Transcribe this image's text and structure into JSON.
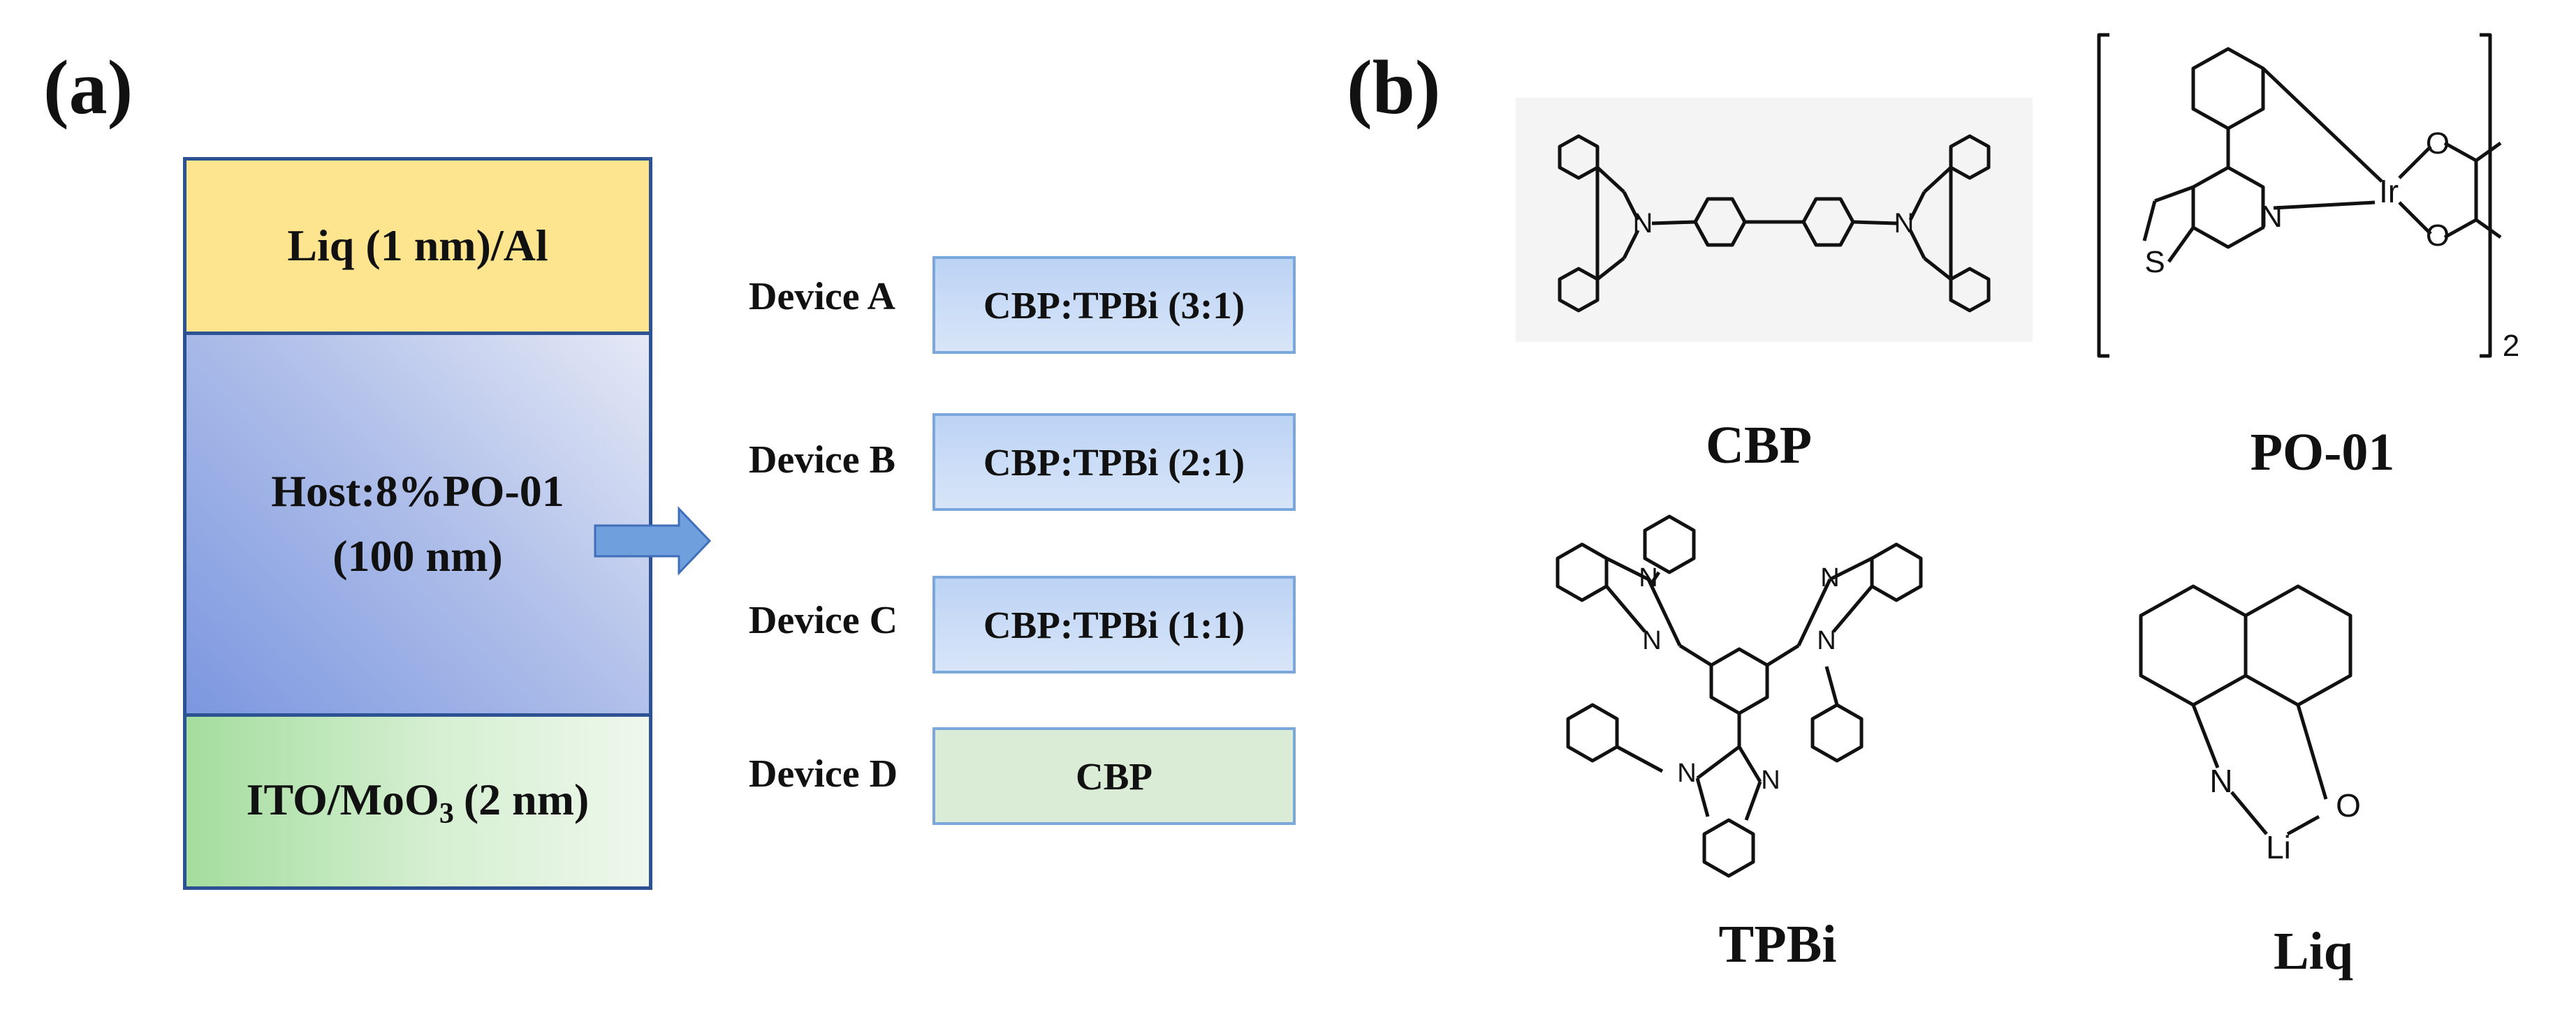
{
  "panel_a": {
    "label": "(a)",
    "stack": {
      "top_layer": "Liq (1 nm)/Al",
      "middle_layer_line1": "Host:8%PO-01",
      "middle_layer_line2": "(100 nm)",
      "bottom_layer_main": "ITO/MoO",
      "bottom_layer_sub": "3",
      "bottom_layer_tail": "(2 nm)"
    },
    "devices": [
      {
        "name": "Device A",
        "host": "CBP:TPBi (3:1)"
      },
      {
        "name": "Device B",
        "host": "CBP:TPBi (2:1)"
      },
      {
        "name": "Device C",
        "host": "CBP:TPBi (1:1)"
      },
      {
        "name": "Device D",
        "host": "CBP"
      }
    ]
  },
  "panel_b": {
    "label": "(b)",
    "molecules": {
      "cbp": "CBP",
      "po01": "PO-01",
      "tpbi": "TPBi",
      "liq": "Liq"
    },
    "atoms": {
      "n": "N",
      "s": "S",
      "o": "O",
      "ir": "Ir",
      "li": "Li",
      "sub2": "2"
    }
  },
  "colors": {
    "stack_border": "#2d5294",
    "top_layer": "#fde48e",
    "middle_layer": "#aebee9",
    "bottom_layer": "#a4dd9e",
    "device_blue": "#c9dcf6",
    "device_green": "#dbecd6",
    "arrow": "#6f9fdc"
  }
}
